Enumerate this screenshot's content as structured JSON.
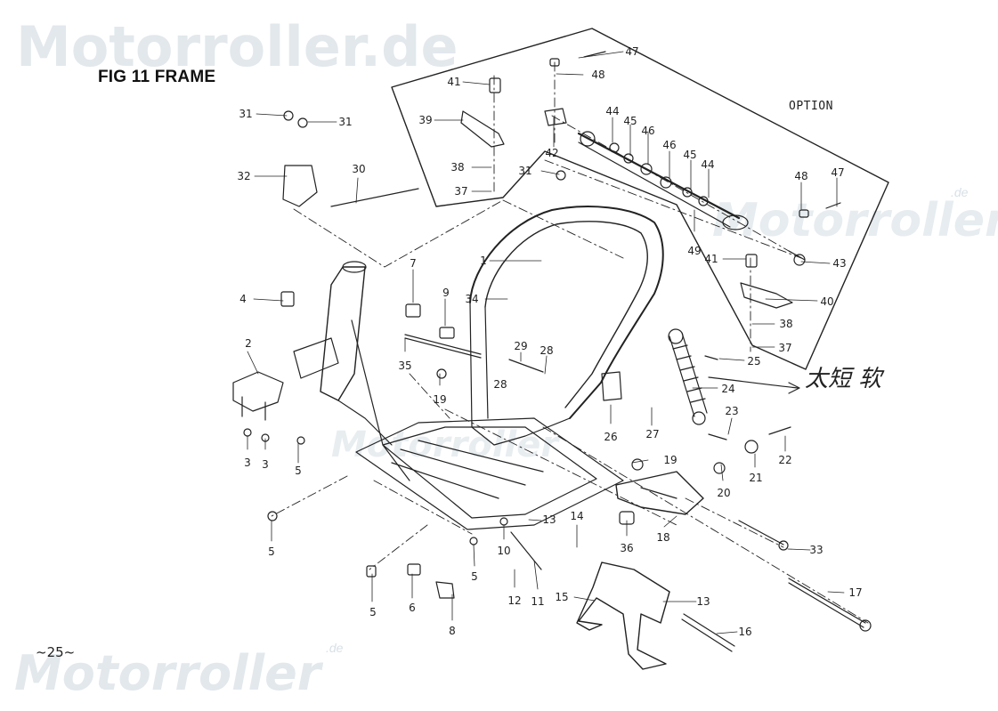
{
  "watermarks": {
    "top": "Motorroller.de",
    "bottom": "Motorroller",
    "right": "Motorroller",
    "center": "Motorroller",
    "sub": ".de"
  },
  "title": "FIG 11 FRAME",
  "page_number": "~25~",
  "option_label": "OPTION",
  "note_text": "太短 软",
  "colors": {
    "ink": "#222222",
    "watermark": "#e2e8ec"
  },
  "callouts": [
    {
      "id": "c47a",
      "text": "47"
    },
    {
      "id": "c48a",
      "text": "48"
    },
    {
      "id": "c41a",
      "text": "41"
    },
    {
      "id": "c39",
      "text": "39"
    },
    {
      "id": "c42",
      "text": "42"
    },
    {
      "id": "c44a",
      "text": "44"
    },
    {
      "id": "c45a",
      "text": "45"
    },
    {
      "id": "c46a",
      "text": "46"
    },
    {
      "id": "c38a",
      "text": "38"
    },
    {
      "id": "c37a",
      "text": "37"
    },
    {
      "id": "c31a",
      "text": "31"
    },
    {
      "id": "c31b",
      "text": "31"
    },
    {
      "id": "c31c",
      "text": "31"
    },
    {
      "id": "c32",
      "text": "32"
    },
    {
      "id": "c30",
      "text": "30"
    },
    {
      "id": "c46b",
      "text": "46"
    },
    {
      "id": "c45b",
      "text": "45"
    },
    {
      "id": "c44b",
      "text": "44"
    },
    {
      "id": "c48b",
      "text": "48"
    },
    {
      "id": "c47b",
      "text": "47"
    },
    {
      "id": "c49",
      "text": "49"
    },
    {
      "id": "c41b",
      "text": "41"
    },
    {
      "id": "c43",
      "text": "43"
    },
    {
      "id": "c40",
      "text": "40"
    },
    {
      "id": "c38b",
      "text": "38"
    },
    {
      "id": "c37b",
      "text": "37"
    },
    {
      "id": "c25",
      "text": "25"
    },
    {
      "id": "c24",
      "text": "24"
    },
    {
      "id": "c1",
      "text": "1"
    },
    {
      "id": "c7",
      "text": "7"
    },
    {
      "id": "c9",
      "text": "9"
    },
    {
      "id": "c34",
      "text": "34"
    },
    {
      "id": "c4",
      "text": "4"
    },
    {
      "id": "c2",
      "text": "2"
    },
    {
      "id": "c35",
      "text": "35"
    },
    {
      "id": "c29",
      "text": "29"
    },
    {
      "id": "c28a",
      "text": "28"
    },
    {
      "id": "c28b",
      "text": "28"
    },
    {
      "id": "c19a",
      "text": "19"
    },
    {
      "id": "c26",
      "text": "26"
    },
    {
      "id": "c27",
      "text": "27"
    },
    {
      "id": "c23",
      "text": "23"
    },
    {
      "id": "c22",
      "text": "22"
    },
    {
      "id": "c21",
      "text": "21"
    },
    {
      "id": "c20",
      "text": "20"
    },
    {
      "id": "c19b",
      "text": "19"
    },
    {
      "id": "c3a",
      "text": "3"
    },
    {
      "id": "c3b",
      "text": "3"
    },
    {
      "id": "c5a",
      "text": "5"
    },
    {
      "id": "c5b",
      "text": "5"
    },
    {
      "id": "c5c",
      "text": "5"
    },
    {
      "id": "c5d",
      "text": "5"
    },
    {
      "id": "c6",
      "text": "6"
    },
    {
      "id": "c8",
      "text": "8"
    },
    {
      "id": "c13a",
      "text": "13"
    },
    {
      "id": "c14",
      "text": "14"
    },
    {
      "id": "c10",
      "text": "10"
    },
    {
      "id": "c12",
      "text": "12"
    },
    {
      "id": "c11",
      "text": "11"
    },
    {
      "id": "c36",
      "text": "36"
    },
    {
      "id": "c18",
      "text": "18"
    },
    {
      "id": "c33",
      "text": "33"
    },
    {
      "id": "c15",
      "text": "15"
    },
    {
      "id": "c13b",
      "text": "13"
    },
    {
      "id": "c17",
      "text": "17"
    },
    {
      "id": "c16",
      "text": "16"
    }
  ]
}
